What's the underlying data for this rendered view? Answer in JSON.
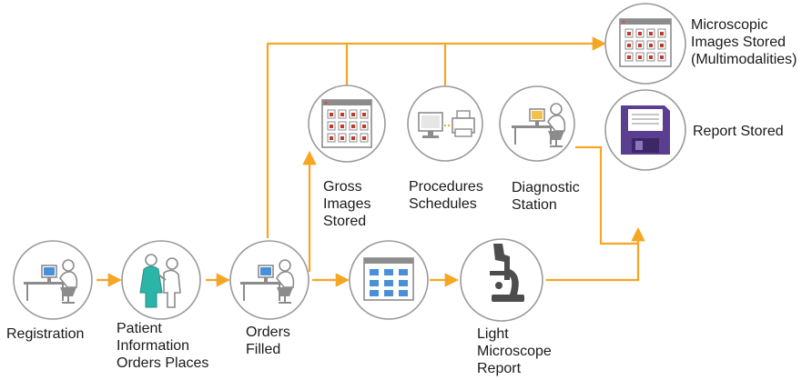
{
  "colors": {
    "connector": "#f5a623",
    "icon_gray": "#8c8c8c",
    "screen_blue": "#4a90d9",
    "patient_teal": "#2bb5a8",
    "floppy_purple": "#5a3e8f",
    "doc_red": "#c0392b"
  },
  "nodes": {
    "registration": {
      "label": "Registration",
      "icon": "desk-user-computer-icon"
    },
    "patient_info": {
      "label_lines": [
        "Patient",
        "Information",
        "Orders Places"
      ],
      "icon": "patient-caregiver-icon"
    },
    "orders_filled": {
      "label_lines": [
        "Orders",
        "Filled"
      ],
      "icon": "desk-user-computer-icon"
    },
    "slide_images": {
      "icon": "slide-grid-window-icon"
    },
    "light_microscope": {
      "label_lines": [
        "Light",
        "Microscope",
        "Report"
      ],
      "icon": "microscope-icon"
    },
    "gross_images": {
      "label_lines": [
        "Gross",
        "Images",
        "Stored"
      ],
      "icon": "image-grid-window-icon"
    },
    "procedures": {
      "label_lines": [
        "Procedures",
        "Schedules"
      ],
      "icon": "computer-printer-icon"
    },
    "diagnostic": {
      "label_lines": [
        "Diagnostic",
        "Station"
      ],
      "icon": "desk-user-computer-icon"
    },
    "microscopic_images": {
      "label_lines": [
        "Microscopic",
        "Images Stored",
        "(Multimodalities)"
      ],
      "icon": "image-grid-window-icon"
    },
    "report_stored": {
      "label": "Report Stored",
      "icon": "floppy-disk-icon"
    }
  }
}
